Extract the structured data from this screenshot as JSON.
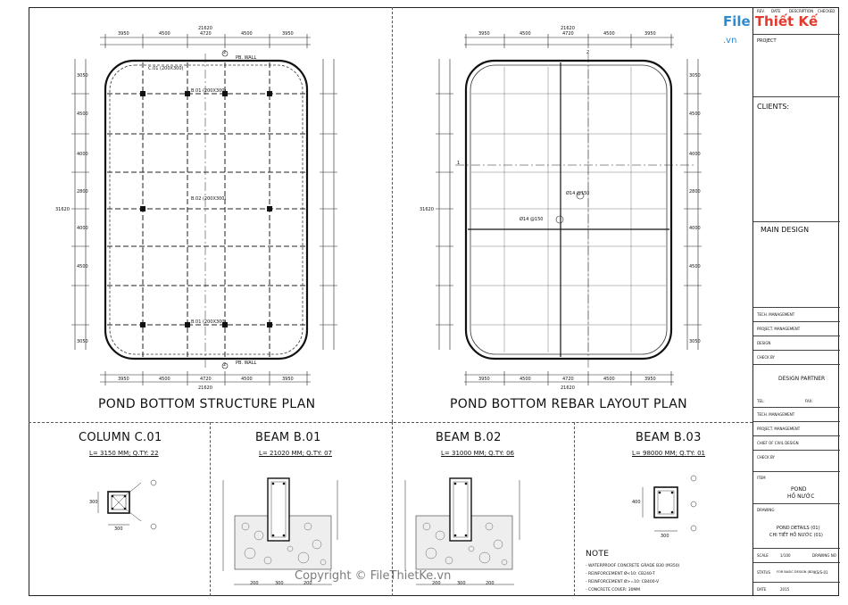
{
  "plans": {
    "left_title": "POND BOTTOM STRUCTURE PLAN",
    "right_title": "POND BOTTOM REBAR LAYOUT PLAN",
    "overall_dim": "21620",
    "overall_dim_v": "31620",
    "top_dims": [
      "3950",
      "4500",
      "4720",
      "4500",
      "3950"
    ],
    "bottom_dims": [
      "3950",
      "4500",
      "4720",
      "4500",
      "3950"
    ],
    "side_dims": [
      "3050",
      "4500",
      "4000",
      "2800",
      "4000",
      "4500",
      "3050"
    ],
    "beam_tags": [
      "B.01 (200X300)",
      "B.02 (200X300)",
      "C.01 (200X300)"
    ],
    "section_marks": [
      "2",
      "1"
    ],
    "rebar_tags": [
      "Ø14 @150",
      "Ø14 @150"
    ],
    "wall_label": "PB. WALL"
  },
  "details": [
    {
      "title": "COLUMN C.01",
      "spec": "L= 3150 MM; Q.TY: 22"
    },
    {
      "title": "BEAM B.01",
      "spec": "L= 21020 MM; Q.TY: 07"
    },
    {
      "title": "BEAM B.02",
      "spec": "L= 31000 MM; Q.TY: 06"
    },
    {
      "title": "BEAM B.03",
      "spec": "L= 98000 MM; Q.TY: 01"
    }
  ],
  "detail_dims": {
    "col": "300",
    "beam_w": "300",
    "beam_h": "400",
    "b01_dims": [
      "200",
      "300",
      "200"
    ],
    "b02_dims": [
      "200",
      "300",
      "200"
    ]
  },
  "notes": {
    "heading": "NOTE",
    "items": [
      "- WATERPROOF CONCRETE GRADE B30 (M350)",
      "- REINFORCEMENT Ø<10: CB240-T",
      "- REINFORCEMENT Ø>=10: CB400-V",
      "- CONCRETE COVER: 30MM"
    ]
  },
  "title_block": {
    "logo_text": "File",
    "logo_text2": "Thiết Kế",
    "logo_suffix": ".vn",
    "top_cells": [
      "REV.",
      "DATE",
      "DESCRIPTION",
      "CHECKED"
    ],
    "project_label": "PROJECT",
    "clients_label": "CLIENTS:",
    "main_design_label": "MAIN DESIGN",
    "rows1": [
      "TECH. MANAGEMENT",
      "PROJECT. MANAGEMENT",
      "DESIGN",
      "CHECK BY"
    ],
    "design_partner_label": "DESIGN PARTNER",
    "tel_label": "TEL:",
    "fax_label": "FAX:",
    "rows2": [
      "TECH. MANAGEMENT",
      "PROJECT. MANAGEMENT",
      "CHIEF OF CIVIL DESIGN",
      "CHECK BY"
    ],
    "item_label": "ITEM",
    "item_value_1": "POND",
    "item_value_2": "HỒ NƯỚC",
    "drawing_label": "DRAWING",
    "drawing_value_1": "POND DETAILS (01)",
    "drawing_value_2": "CHI TIẾT HỒ NƯỚC (01)",
    "scale_label": "SCALE",
    "scale_value": "1/100",
    "drawing_no_label": "DRAWING NO",
    "status_label": "STATUS",
    "status_value": "FOR BASIC DESIGN (BD)",
    "drawing_no_value": "KS/S-01",
    "date_label": "DATE",
    "date_value": "2015"
  },
  "watermark": "Copyright © FileThietKe.vn"
}
